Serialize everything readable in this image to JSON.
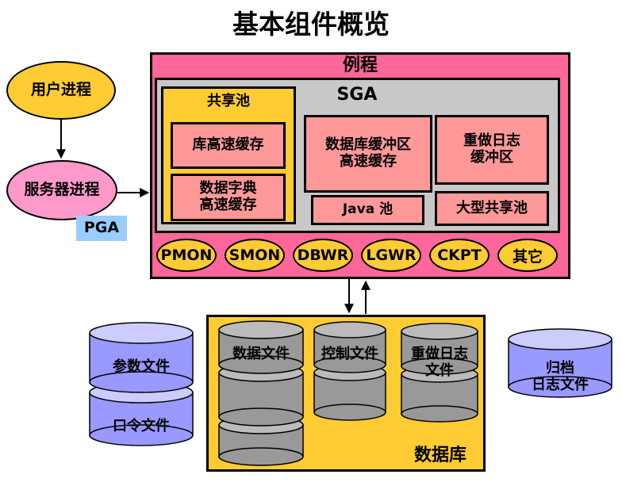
{
  "title": "基本组件概览",
  "user_process": "用户进程",
  "server_process": "服务器进程",
  "pga": "PGA",
  "instance": "例程",
  "sga": "SGA",
  "shared_pool": {
    "label": "共享池",
    "library_cache": "库高速缓存",
    "data_dictionary_cache": "数据字典\n高速缓存"
  },
  "db_buffer_cache": "数据库缓冲区\n高速缓存",
  "redo_log_buffer": "重做日志\n缓冲区",
  "java_pool": "Java 池",
  "large_pool": "大型共享池",
  "background_processes": [
    "PMON",
    "SMON",
    "DBWR",
    "LGWR",
    "CKPT",
    "其它"
  ],
  "database": {
    "label": "数据库",
    "data_files": "数据文件",
    "control_files": "控制文件",
    "redo_log_files": "重做日志\n文件"
  },
  "parameter_file": "参数文件",
  "password_file": "口令文件",
  "archived_log_files": "归档\n日志文件",
  "colors": {
    "instance_bg": "#ff6699",
    "sga_bg": "#c8c8c8",
    "shared_pool_bg": "#ffcc33",
    "memory_box": "#ff9999",
    "process_pink": "#ff99cc",
    "process_yellow": "#ffcc33",
    "pga_bg": "#99ccff",
    "database_bg": "#ffcc33",
    "disk_gray": "#999999",
    "disk_top_gray": "#bbbbbb",
    "param_disk": "#9999ff",
    "param_disk_top": "#ccccff"
  }
}
